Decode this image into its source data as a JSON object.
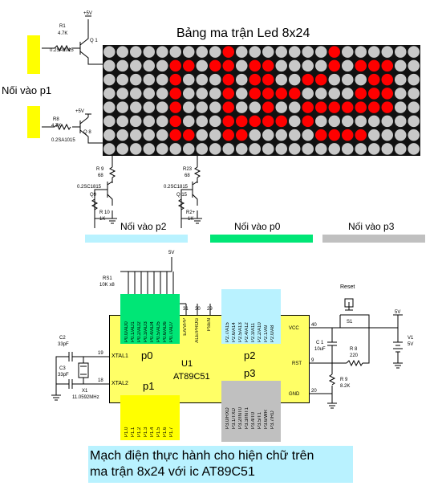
{
  "title": "Bảng ma trận Led 8x24",
  "caption_line1": "Mạch điện thực hành cho hiện chữ trên",
  "caption_line2": "ma trận 8x24 với ic AT89C51",
  "connectors": {
    "p1": "Nối vào p1",
    "p2": "Nối vào p2",
    "p0": "Nối vào p0",
    "p3": "Nối vào p3"
  },
  "colors": {
    "p1": "#ffff00",
    "p2": "#b9f2ff",
    "p0": "#00e676",
    "p3": "#c0c0c0",
    "led_on": "#ff0000",
    "led_off": "#c8c8c8",
    "matrix_bg": "#111111"
  },
  "matrix": {
    "rows": 8,
    "cols": 24,
    "lit": [
      [
        9,
        17
      ],
      [
        5,
        6,
        8,
        9,
        11,
        12,
        17,
        19,
        20,
        21
      ],
      [
        5,
        9,
        11,
        12,
        15,
        16,
        20,
        21
      ],
      [
        5,
        9,
        11,
        12,
        13,
        14,
        19,
        20,
        21
      ],
      [
        5,
        9,
        12,
        15,
        16,
        17,
        18,
        19,
        20,
        21
      ],
      [
        5,
        9,
        10,
        11,
        12,
        13,
        15
      ],
      [
        5,
        6,
        9,
        10,
        16,
        17,
        18,
        19
      ],
      []
    ]
  },
  "components": {
    "vcc1": "+5V",
    "vcc2": "+5V",
    "vcc3": "5V",
    "vcc4": "5V",
    "vcc5": "5V",
    "r1": "R1",
    "r1_val": "4.7K",
    "q1": "Q 1",
    "q1_part": "0.2SA1015",
    "r8": "R8",
    "r8_val": "4.7K",
    "q8": "Q 8",
    "q8_part": "0.2SA1015",
    "r9": "R 9",
    "r9_val": "68",
    "q9_part": "0.2SC1815",
    "q9": "Q9",
    "r10": "R 10",
    "r10_val": "1K",
    "r23": "R23",
    "r23_val": "68",
    "q15_part": "0.2SC1815",
    "q15": "Q 15",
    "r24": "R2+",
    "r24_val": "1K",
    "rs1": "RS1",
    "rs1_val": "10K x8",
    "c2": "C2",
    "c2_val": "33pF",
    "c3": "C3",
    "c3_val": "33pF",
    "x1": "X1",
    "x1_val": "11.0592MHz",
    "xtal1": "XTAL1",
    "xtal2": "XTAL2",
    "pin19": "19",
    "pin18": "18",
    "pin31": "31",
    "pin30": "30",
    "pin29": "29",
    "pin40": "40",
    "pin9": "9",
    "pin20": "20",
    "ea": "EA/VPP",
    "ale": "ALE/PROG",
    "psen": "PSEN",
    "vcc_pin": "VCC",
    "rst": "RST",
    "gnd": "GND",
    "u1": "U1",
    "u1_part": "AT89C51",
    "p0": "p0",
    "p1": "p1",
    "p2": "p2",
    "p3": "p3",
    "reset": "Reset",
    "c1": "C 1",
    "c1_val": "10uF",
    "r8b": "R 8",
    "r8b_val": "220",
    "r9b": "R 9",
    "r9b_val": "8.2K",
    "v1": "V1",
    "v1_val": "5V",
    "s1": "S1",
    "p0_pins": [
      "P0.0/AD0",
      "P0.1/AD1",
      "P0.2/AD2",
      "P0.3/AD3",
      "P0.4/AD4",
      "P0.5/AD5",
      "P0.6/AD6",
      "P0.7/AD7"
    ],
    "p2_pins": [
      "P2.7/A15",
      "P2.6/A14",
      "P2.5/A13",
      "P2.4/A12",
      "P2.3/A11",
      "P2.2/A10",
      "P2.1/A9",
      "P2.0/A8"
    ],
    "p1_pins": [
      "P1.0",
      "P1.1",
      "P1.2",
      "P1.3",
      "P1.4",
      "P1.5",
      "P1.6",
      "P1.7"
    ],
    "p3_pins": [
      "P3.0/RXD",
      "P3.1/TXD",
      "P3.2/INT0",
      "P3.3/INT1",
      "P3.4/T0",
      "P3.5/T1",
      "P3.6/WR",
      "P3.7/RD"
    ]
  }
}
